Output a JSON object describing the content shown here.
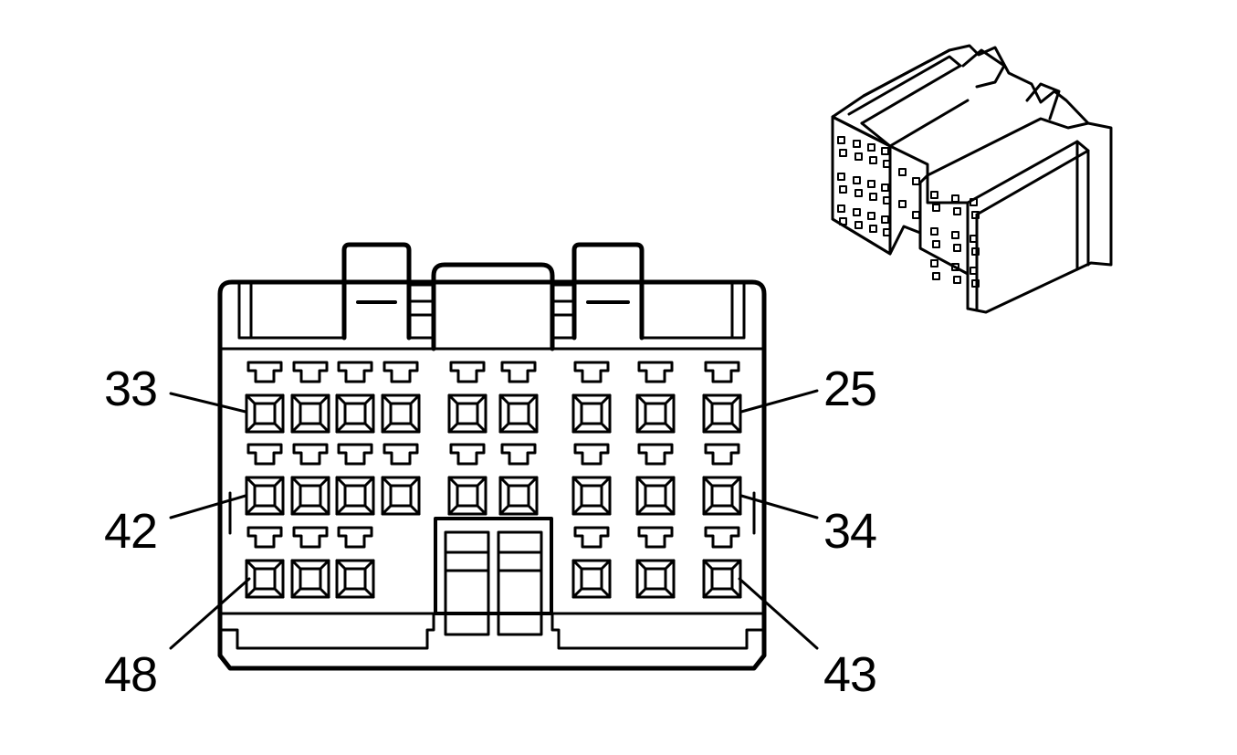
{
  "labels": {
    "top_left": "33",
    "top_right": "25",
    "mid_left": "42",
    "mid_right": "34",
    "bottom_left": "48",
    "bottom_right": "43"
  },
  "colors": {
    "stroke": "#000000",
    "background": "#ffffff"
  }
}
